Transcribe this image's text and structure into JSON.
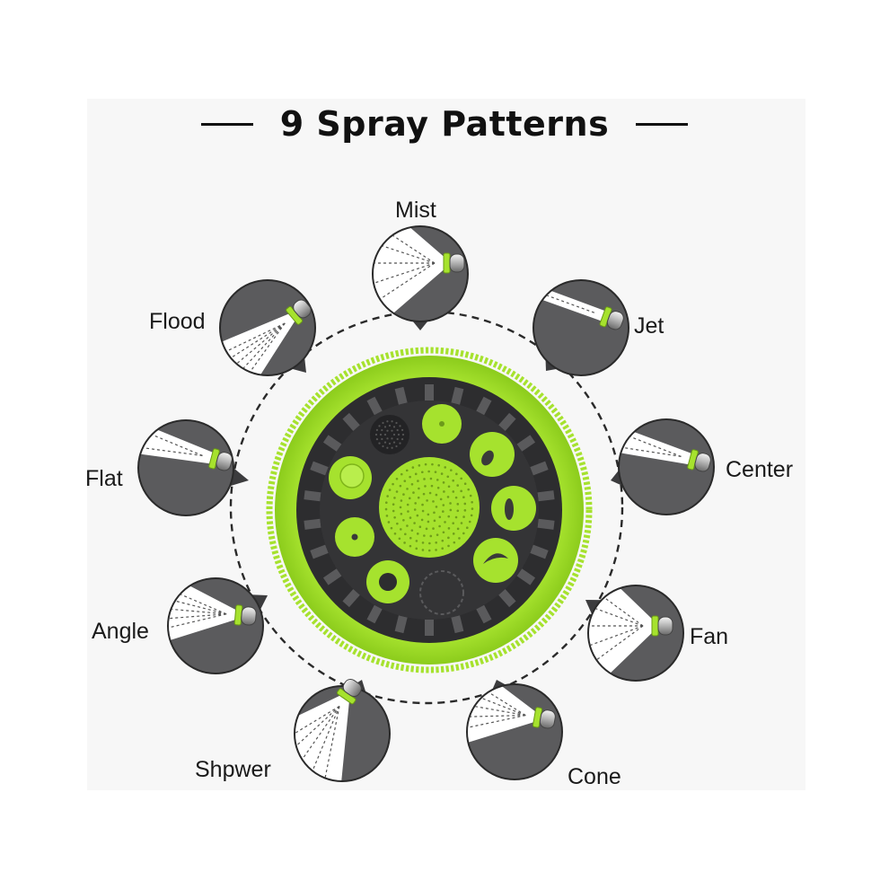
{
  "title": "9 Spray Patterns",
  "patterns": [
    {
      "label": "Mist"
    },
    {
      "label": "Jet"
    },
    {
      "label": "Center"
    },
    {
      "label": "Fan"
    },
    {
      "label": "Cone"
    },
    {
      "label": "Shpwer"
    },
    {
      "label": "Angle"
    },
    {
      "label": "Flat"
    },
    {
      "label": "Flood"
    }
  ],
  "colors": {
    "accent": "#a6e22e",
    "nozzle_face": "#2d2d2f",
    "bubble": "#5b5b5d",
    "dashed_ring": "#2a2a2a"
  }
}
